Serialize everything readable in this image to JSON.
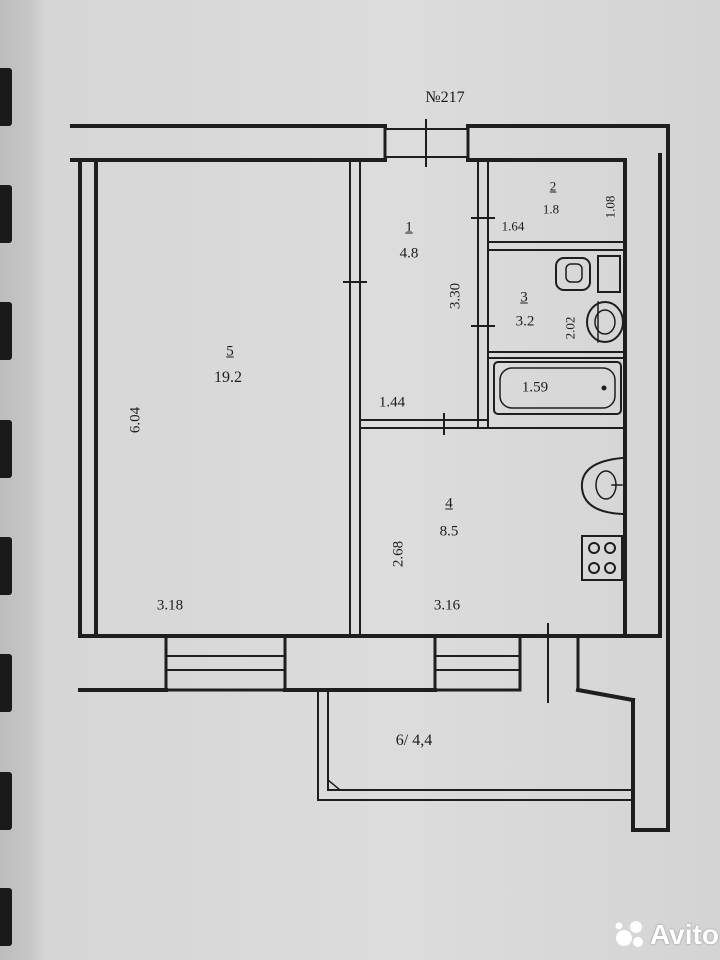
{
  "plan": {
    "header": "№217",
    "rooms": [
      {
        "num": "1",
        "area": "4.8"
      },
      {
        "num": "2",
        "area": "1.8"
      },
      {
        "num": "3",
        "area": "3.2"
      },
      {
        "num": "4",
        "area": "8.5"
      },
      {
        "num": "5",
        "area": "19.2"
      },
      {
        "label": "6/ 4,4"
      }
    ],
    "dims": {
      "d_604": "6.04",
      "d_318": "3.18",
      "d_144": "1.44",
      "d_330": "3.30",
      "d_164": "1.64",
      "d_108": "1.08",
      "d_202": "2.02",
      "d_159": "1.59",
      "d_268": "2.68",
      "d_316": "3.16"
    }
  },
  "watermark": {
    "brand": "Avito"
  }
}
